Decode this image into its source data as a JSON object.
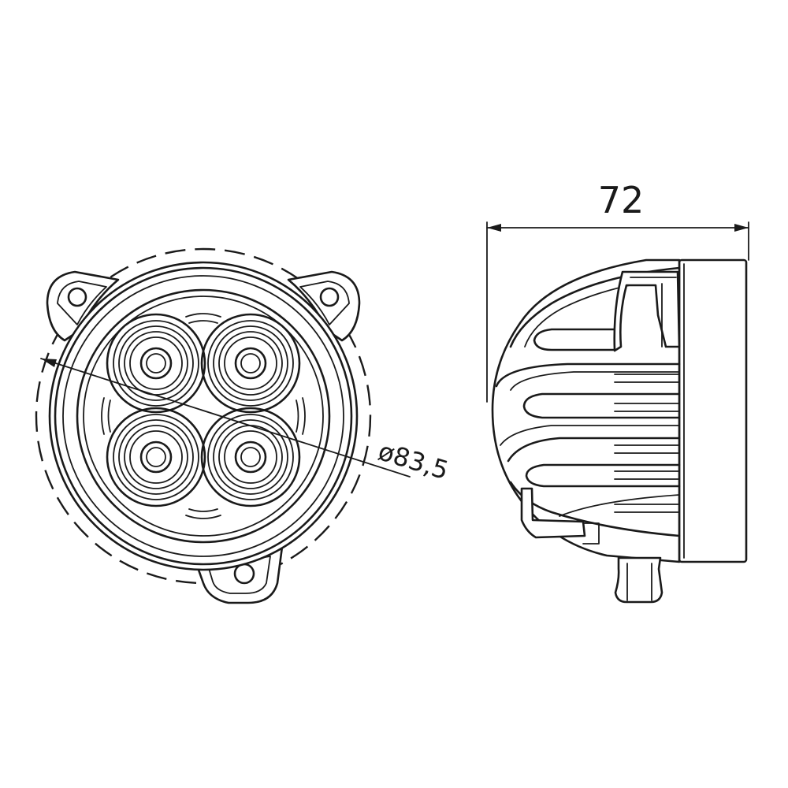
{
  "dimensions": {
    "width_label": "72",
    "diameter_label": "ø83,5"
  },
  "views": {
    "front": {
      "lens_count": 4,
      "mounting_tab_count": 3
    },
    "side": {
      "fin_count": 4
    }
  }
}
